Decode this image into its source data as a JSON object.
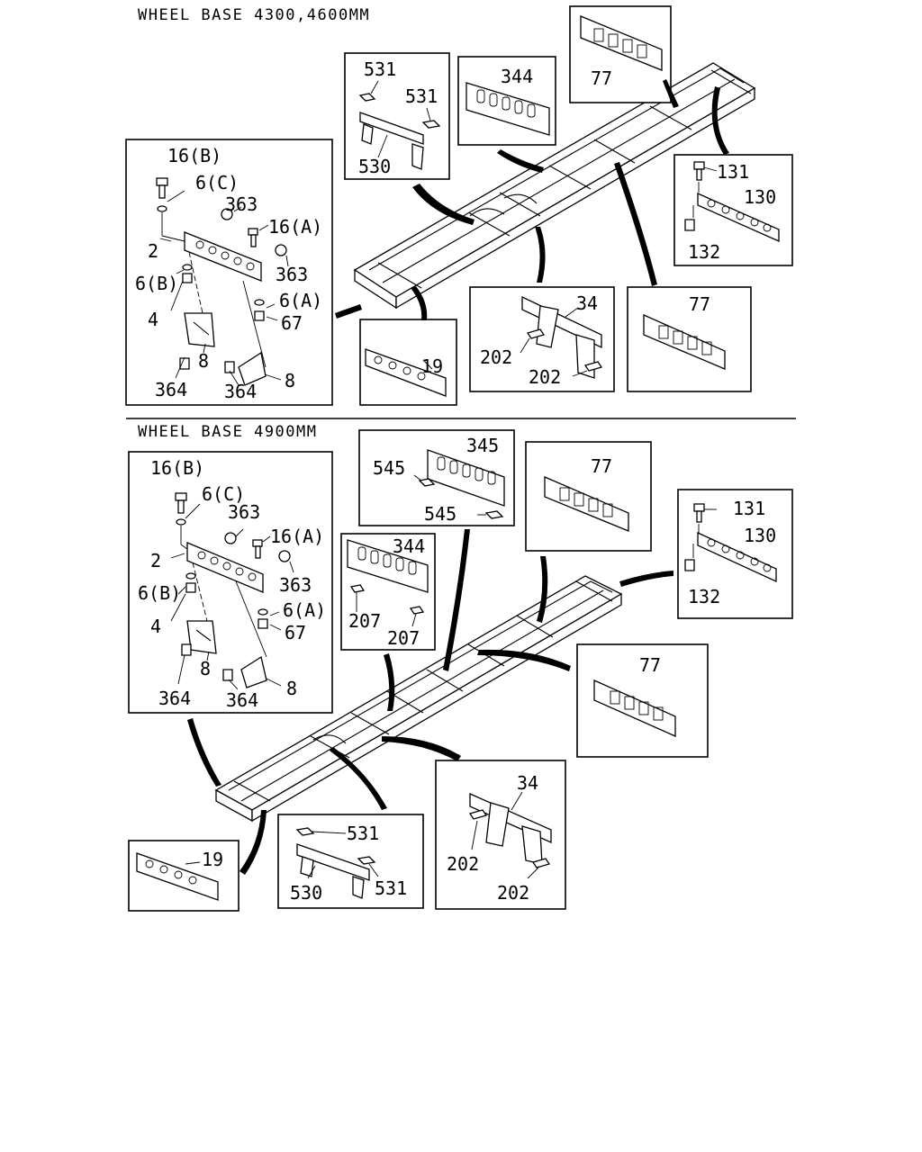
{
  "sections": [
    {
      "heading": "WHEEL BASE 4300,4600MM",
      "labels": {
        "l16b": "16(B)",
        "l6c": "6(C)",
        "l363a": "363",
        "l16a": "16(A)",
        "l2": "2",
        "l363b": "363",
        "l6b": "6(B)",
        "l6a": "6(A)",
        "l4": "4",
        "l67": "67",
        "l8a": "8",
        "l364a": "364",
        "l364b": "364",
        "l8b": "8",
        "l531a": "531",
        "l531b": "531",
        "l530": "530",
        "l344": "344",
        "l77top": "77",
        "l131": "131",
        "l130": "130",
        "l132": "132",
        "l19": "19",
        "l34": "34",
        "l202a": "202",
        "l202b": "202",
        "l77mid": "77"
      }
    },
    {
      "heading": "WHEEL BASE 4900MM",
      "labels": {
        "l16b": "16(B)",
        "l6c": "6(C)",
        "l363a": "363",
        "l16a": "16(A)",
        "l2": "2",
        "l363b": "363",
        "l6b": "6(B)",
        "l6a": "6(A)",
        "l4": "4",
        "l67": "67",
        "l8a": "8",
        "l364a": "364",
        "l364b": "364",
        "l8b": "8",
        "l545a": "545",
        "l345": "345",
        "l545b": "545",
        "l344": "344",
        "l207a": "207",
        "l207b": "207",
        "l77a": "77",
        "l131": "131",
        "l130": "130",
        "l132": "132",
        "l77b": "77",
        "l19": "19",
        "l531a": "531",
        "l530": "530",
        "l531b": "531",
        "l34": "34",
        "l202a": "202",
        "l202b": "202"
      }
    }
  ]
}
